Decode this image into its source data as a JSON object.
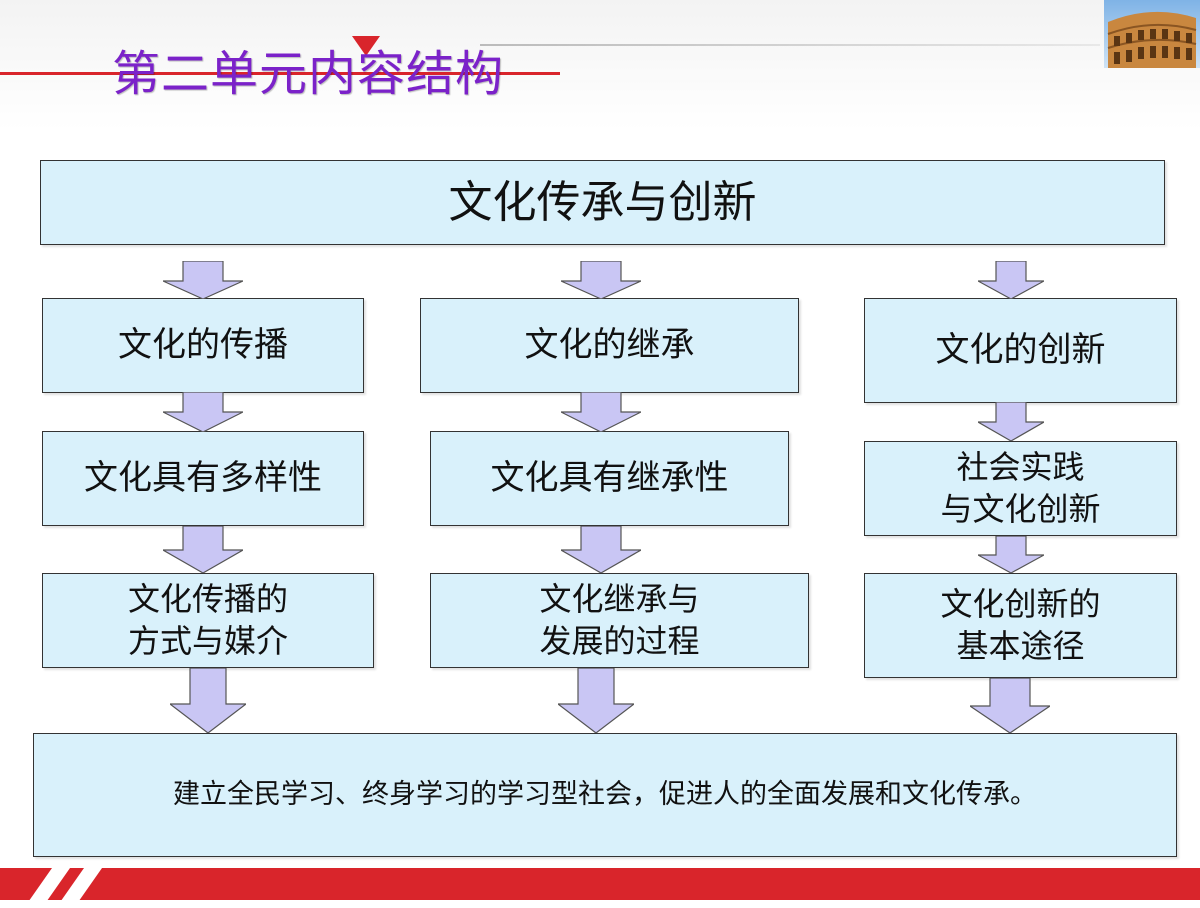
{
  "page": {
    "title": "第二单元内容结构",
    "accent_color": "#7b22c9",
    "rule_color": "#d9252b",
    "box_fill": "#d9f1fb",
    "arrow_fill": "#c9c6f4"
  },
  "diagram": {
    "root": "文化传承与创新",
    "columns": [
      {
        "items": [
          "文化的传播",
          "文化具有多样性",
          "文化传播的\n方式与媒介"
        ]
      },
      {
        "items": [
          "文化的继承",
          "文化具有继承性",
          "文化继承与\n发展的过程"
        ]
      },
      {
        "items": [
          "文化的创新",
          "社会实践\n与文化创新",
          "文化创新的\n基本途径"
        ]
      }
    ],
    "conclusion": "建立全民学习、终身学习的学习型社会，促进人的全面发展和文化传承。"
  },
  "icons": {
    "corner_image": "colosseum-photo-icon",
    "arrow": "down-arrow-icon"
  }
}
